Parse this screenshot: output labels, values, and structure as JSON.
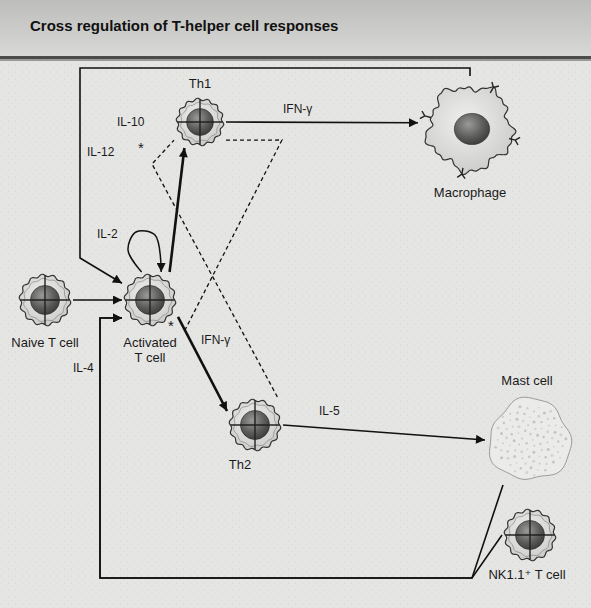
{
  "diagram": {
    "title": "Cross regulation of T-helper cell responses",
    "nodes": [
      {
        "text": [
          "Naive T cell"
        ]
      },
      {
        "text": [
          "Activated T cell"
        ]
      },
      {
        "text": [
          "Th1"
        ]
      },
      {
        "text": [
          "Th2"
        ]
      },
      {
        "text": [
          "Macrophage"
        ]
      },
      {
        "text": [
          "Mast cell"
        ]
      },
      {
        "text": [
          "NK1.1⁺ T cell"
        ]
      }
    ],
    "edges": [
      {
        "from": 0,
        "to": 1,
        "arrow": "to"
      },
      {
        "from": 1,
        "to": 1,
        "label": "IL-2",
        "arrow": "to"
      },
      {
        "from": 1,
        "to": 2,
        "arrow": "to"
      },
      {
        "from": 1,
        "to": 3,
        "arrow": "to"
      },
      {
        "from": 2,
        "to": 4,
        "label": "IFN-γ",
        "arrow": "to"
      },
      {
        "from": 4,
        "to": 1,
        "label": "IL-12",
        "arrow": "to"
      },
      {
        "from": 3,
        "to": 5,
        "label": "IL-5",
        "arrow": "to"
      },
      {
        "from": 5,
        "to": 1,
        "label": "IL-4",
        "arrow": "to"
      },
      {
        "from": 6,
        "to": 1,
        "arrow": "to"
      },
      {
        "from": 3,
        "to": 2,
        "label": "IL-10",
        "arrow": "none"
      },
      {
        "from": 2,
        "to": 3,
        "label": "IFN-γ",
        "arrow": "none"
      }
    ],
    "labels": [
      "*",
      "*"
    ]
  }
}
